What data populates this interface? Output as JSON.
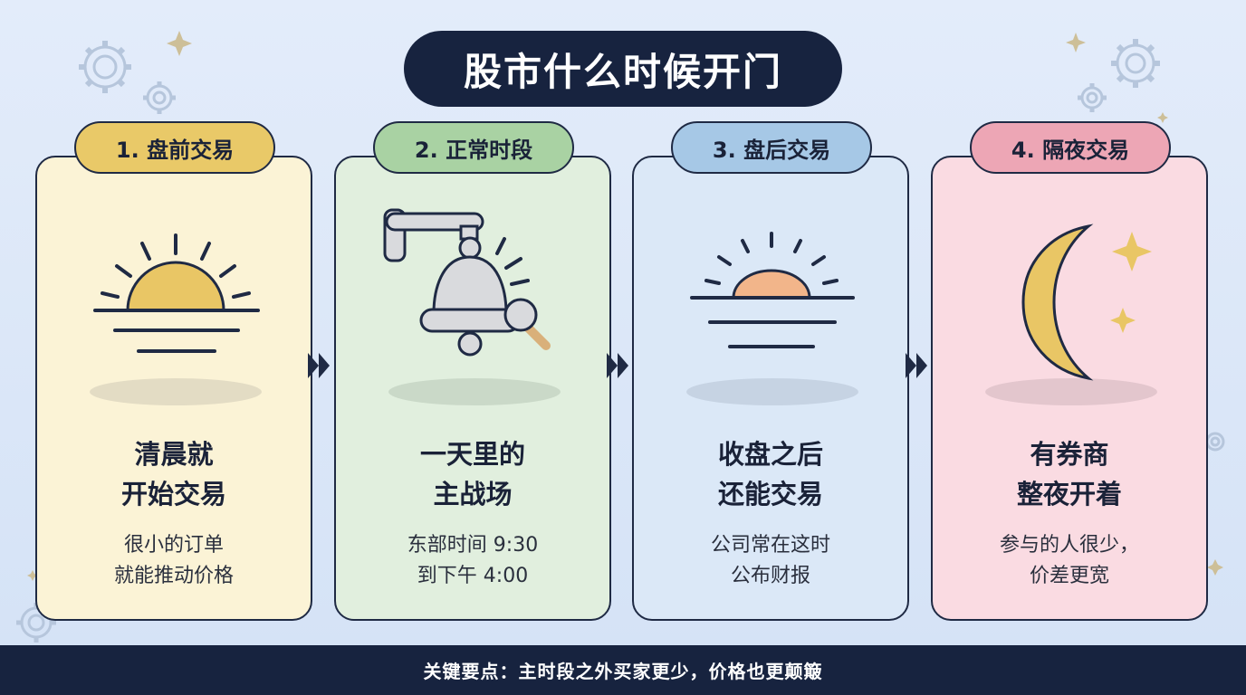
{
  "title": "股市什么时候开门",
  "cards": [
    {
      "tab": "1. 盘前交易",
      "head1": "清晨就",
      "head2": "开始交易",
      "sub1": "很小的订单",
      "sub2": "就能推动价格",
      "icon": "sunrise-icon",
      "tab_color": "#e9c968",
      "bg_color": "#fbf3d6",
      "shadow_color": "#e3dcc4"
    },
    {
      "tab": "2. 正常时段",
      "head1": "一天里的",
      "head2": "主战场",
      "sub1": "东部时间 9:30",
      "sub2": "到下午 4:00",
      "icon": "bell-icon",
      "tab_color": "#a9d2a3",
      "bg_color": "#e1efde",
      "shadow_color": "#cad9c8"
    },
    {
      "tab": "3. 盘后交易",
      "head1": "收盘之后",
      "head2": "还能交易",
      "sub1": "公司常在这时",
      "sub2": "公布财报",
      "icon": "sunset-icon",
      "tab_color": "#a6c8e6",
      "bg_color": "#dbe8f7",
      "shadow_color": "#c6d3e3"
    },
    {
      "tab": "4. 隔夜交易",
      "head1": "有券商",
      "head2": "整夜开着",
      "sub1": "参与的人很少，",
      "sub2": "价差更宽",
      "icon": "moon-icon",
      "tab_color": "#eda6b5",
      "bg_color": "#fadbe2",
      "shadow_color": "#e3c6cd"
    }
  ],
  "footer": "关键要点：主时段之外买家更少，价格也更颠簸",
  "colors": {
    "navy": "#17233f",
    "sun": "#e9c665",
    "sunset": "#f2b58a",
    "bell": "#d9dadd"
  }
}
